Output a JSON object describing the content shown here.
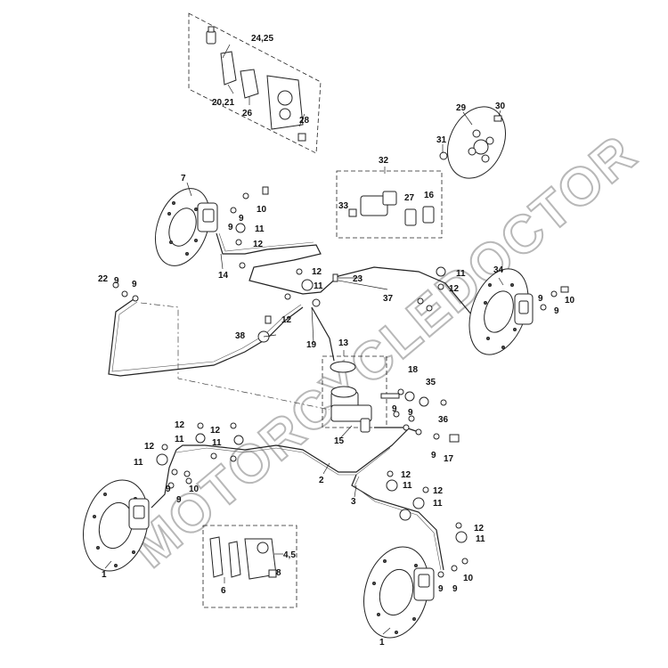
{
  "watermark": "MOTORCYCLEDOCTOR",
  "callouts": {
    "c1a": "1",
    "c1b": "1",
    "c2": "2",
    "c3": "3",
    "c45": "4,5",
    "c6": "6",
    "c7": "7",
    "c8": "8",
    "c9": "9",
    "c10": "10",
    "c11": "11",
    "c12": "12",
    "c13": "13",
    "c14": "14",
    "c15": "15",
    "c16": "16",
    "c17": "17",
    "c18": "18",
    "c19": "19",
    "c2021": "20,21",
    "c22": "22",
    "c23": "23",
    "c2425": "24,25",
    "c26": "26",
    "c27": "27",
    "c28": "28",
    "c29": "29",
    "c30": "30",
    "c31": "31",
    "c32": "32",
    "c33": "33",
    "c34": "34",
    "c35": "35",
    "c36": "36",
    "c37": "37",
    "c38": "38"
  }
}
